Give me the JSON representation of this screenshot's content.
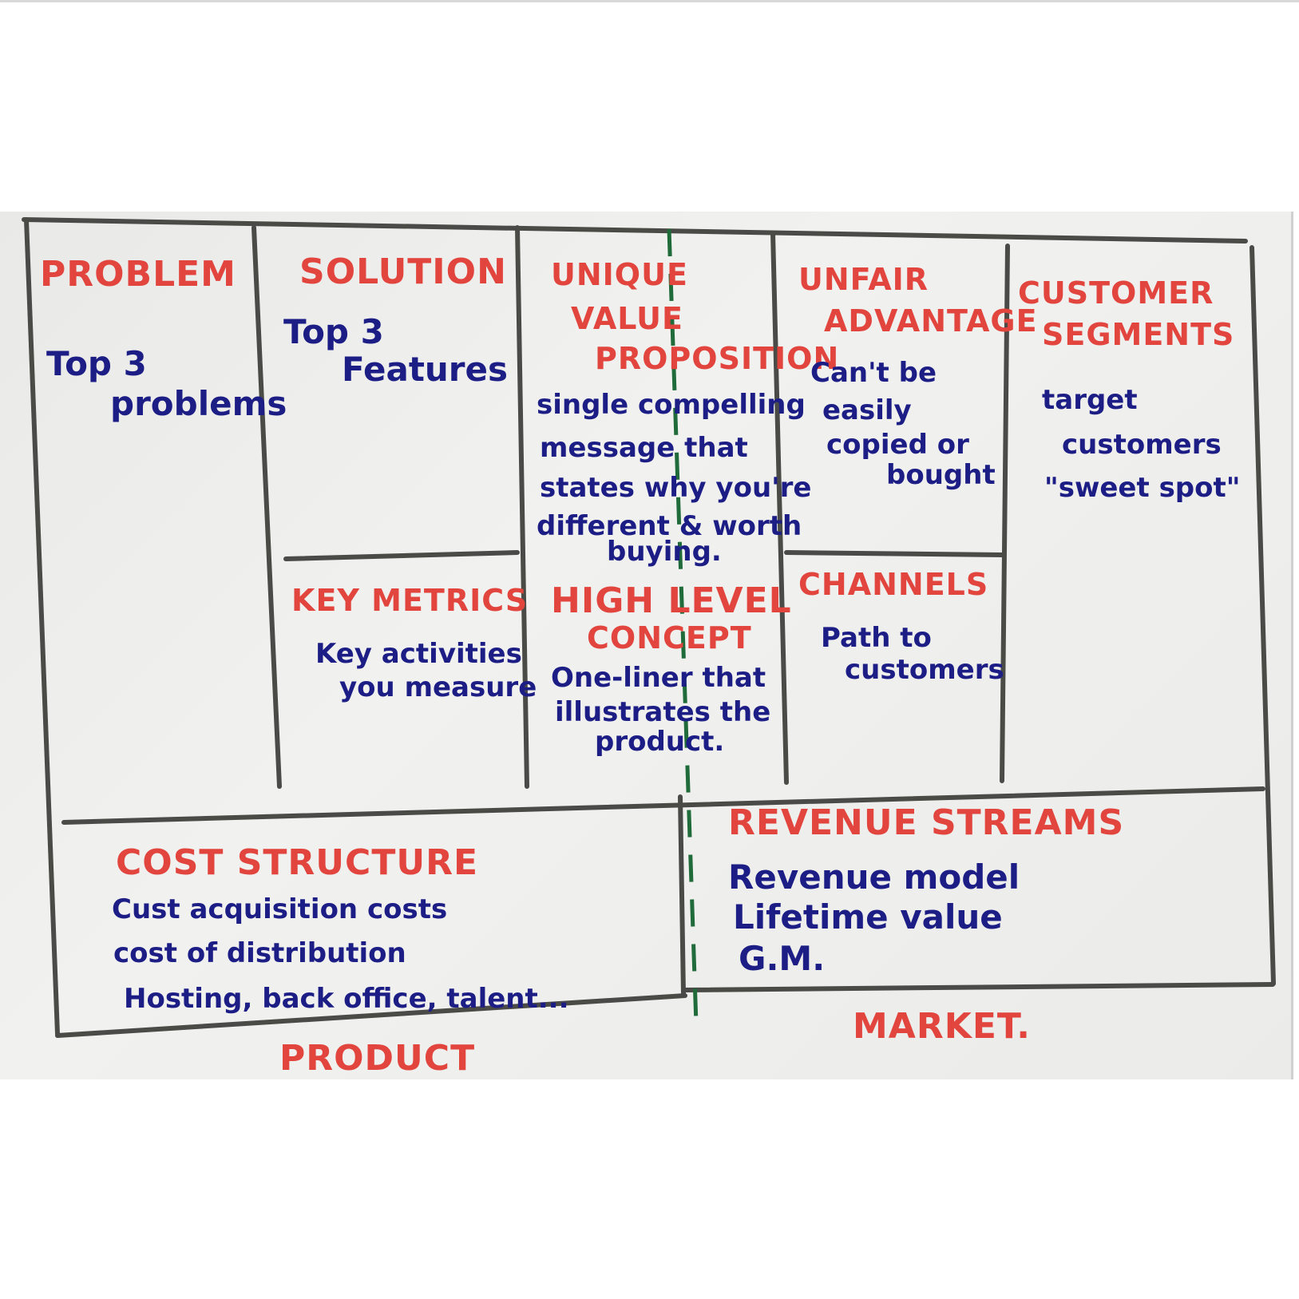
{
  "blocks": {
    "problem": {
      "title": [
        "PROBLEM"
      ],
      "body": [
        "Top 3",
        "problems"
      ]
    },
    "solution": {
      "title": [
        "SOLUTION"
      ],
      "body": [
        "Top 3",
        "Features"
      ]
    },
    "uvp": {
      "title": [
        "UNIQUE",
        "VALUE",
        "PROPOSITION"
      ],
      "body": [
        "single compelling",
        "message that",
        "states why you're",
        "different & worth",
        "buying."
      ]
    },
    "unfair_advantage": {
      "title": [
        "UNFAIR",
        "ADVANTAGE"
      ],
      "body": [
        "Can't be",
        "easily",
        "copied or",
        "bought"
      ]
    },
    "customer_segments": {
      "title": [
        "CUSTOMER",
        "SEGMENTS"
      ],
      "body": [
        "target",
        "customers",
        "\"sweet spot\""
      ]
    },
    "key_metrics": {
      "title": [
        "KEY METRICS"
      ],
      "body": [
        "Key activities",
        "you measure"
      ]
    },
    "high_level_concept": {
      "title": [
        "HIGH LEVEL",
        "CONCEPT"
      ],
      "body": [
        "One-liner that",
        "illustrates the",
        "product."
      ]
    },
    "channels": {
      "title": [
        "CHANNELS"
      ],
      "body": [
        "Path to",
        "customers"
      ]
    },
    "cost_structure": {
      "title": [
        "COST STRUCTURE"
      ],
      "body": [
        "Cust acquisition costs",
        "cost of distribution",
        "Hosting, back office, talent..."
      ]
    },
    "revenue_streams": {
      "title": [
        "REVENUE STREAMS"
      ],
      "body": [
        "Revenue model",
        "Lifetime value",
        "G.M."
      ]
    }
  },
  "footer": {
    "product": "PRODUCT",
    "market": "MARKET."
  },
  "colors": {
    "heading": "#e2443e",
    "body": "#1c1e86",
    "frame": "#4a4a46",
    "divider": "#1f6b3a",
    "paper": "#efefed"
  }
}
